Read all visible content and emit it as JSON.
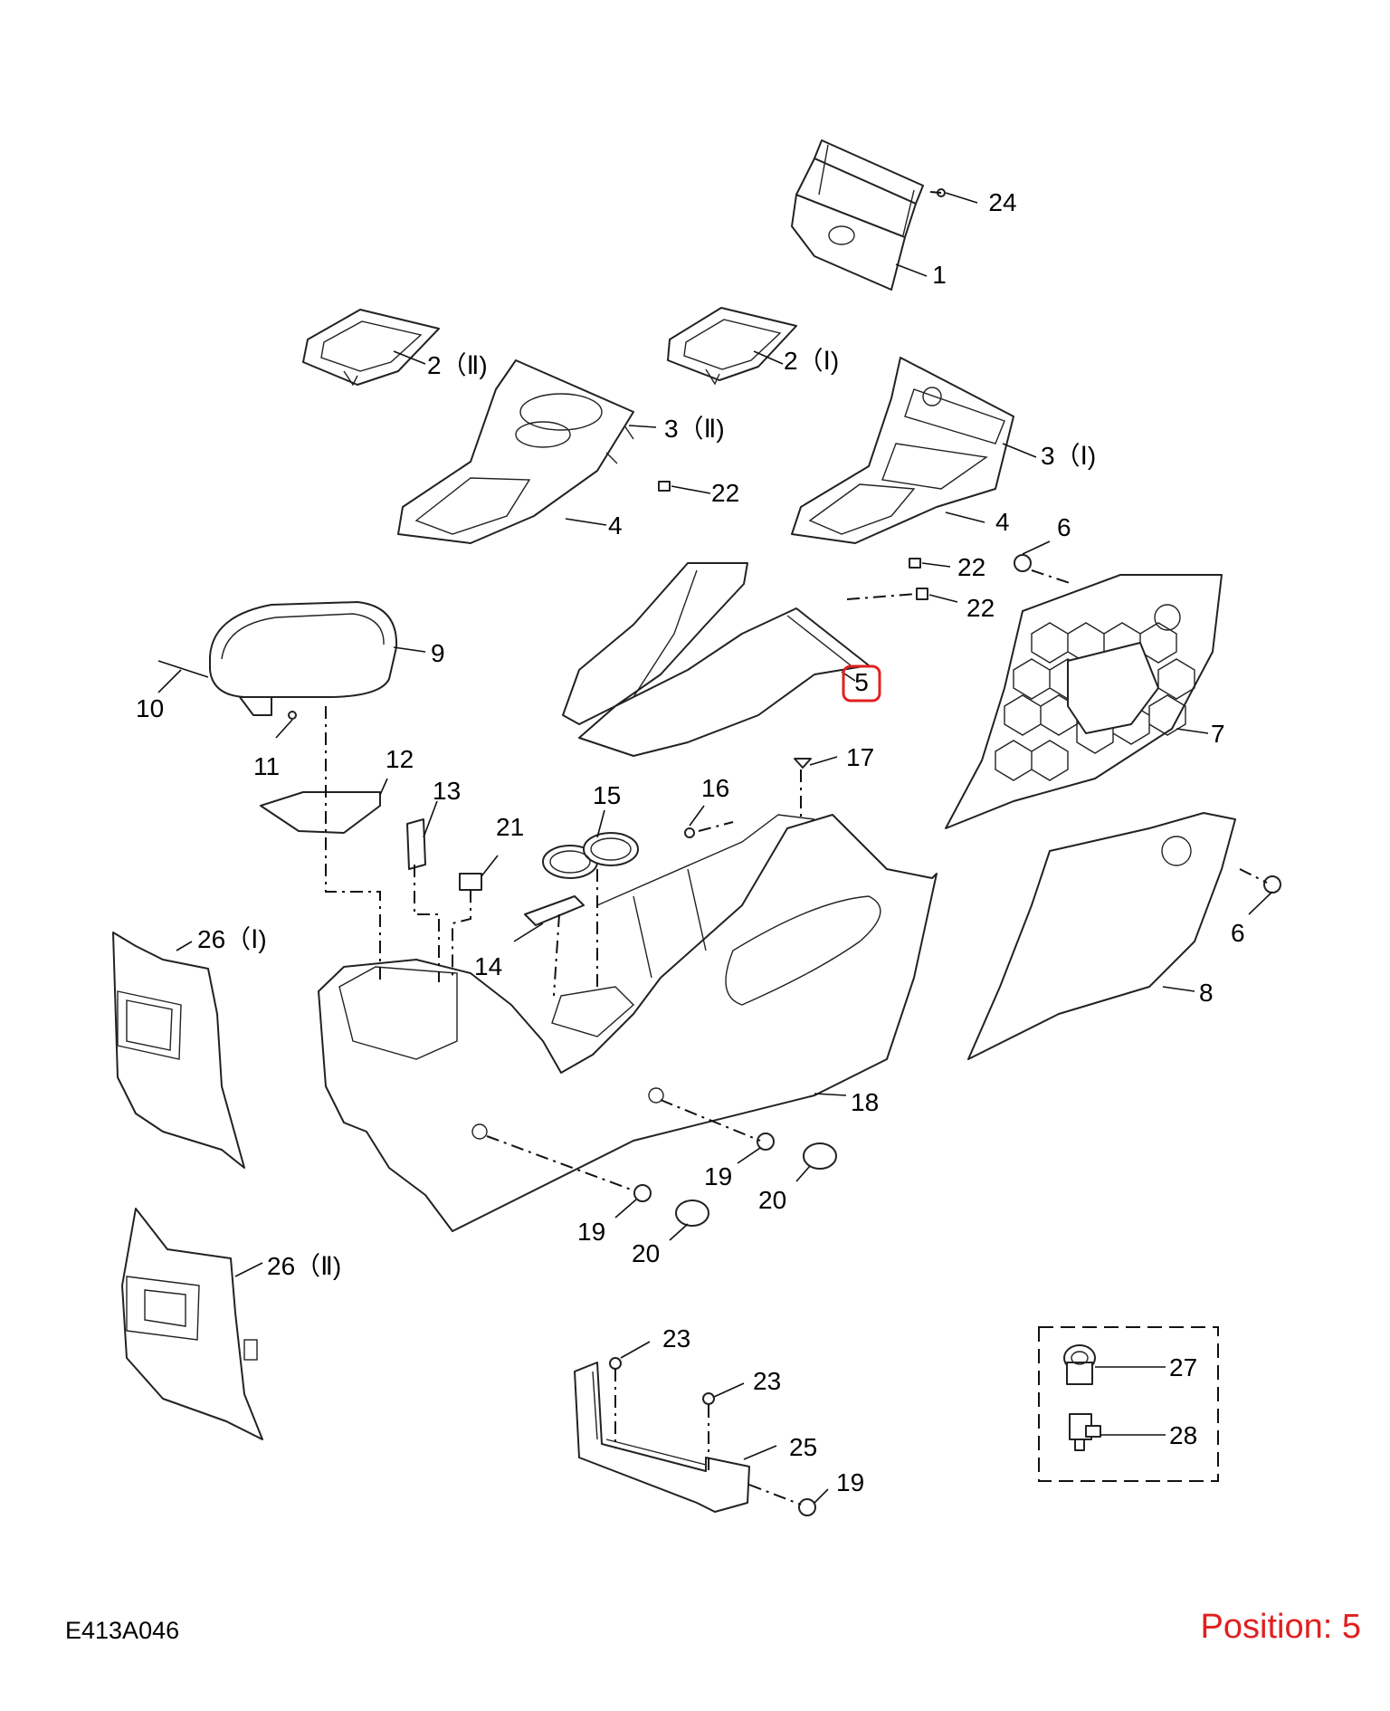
{
  "diagram_code": "E413A046",
  "position_text": "Position: 5",
  "highlight_color": "#e02020",
  "highlighted_part": "5",
  "callouts": {
    "c1": "1",
    "c2i": "2（Ⅰ)",
    "c2ii": "2（Ⅱ)",
    "c3i": "3（Ⅰ)",
    "c3ii": "3（Ⅱ)",
    "c4a": "4",
    "c4b": "4",
    "c5": "5",
    "c6a": "6",
    "c6b": "6",
    "c7": "7",
    "c8": "8",
    "c9": "9",
    "c10": "10",
    "c11": "11",
    "c12": "12",
    "c13": "13",
    "c14": "14",
    "c15": "15",
    "c16": "16",
    "c17": "17",
    "c18": "18",
    "c19a": "19",
    "c19b": "19",
    "c19c": "19",
    "c20a": "20",
    "c20b": "20",
    "c21": "21",
    "c22a": "22",
    "c22b": "22",
    "c22c": "22",
    "c23a": "23",
    "c23b": "23",
    "c24": "24",
    "c25": "25",
    "c26i": "26（Ⅰ)",
    "c26ii": "26（Ⅱ)",
    "c27": "27",
    "c28": "28"
  }
}
